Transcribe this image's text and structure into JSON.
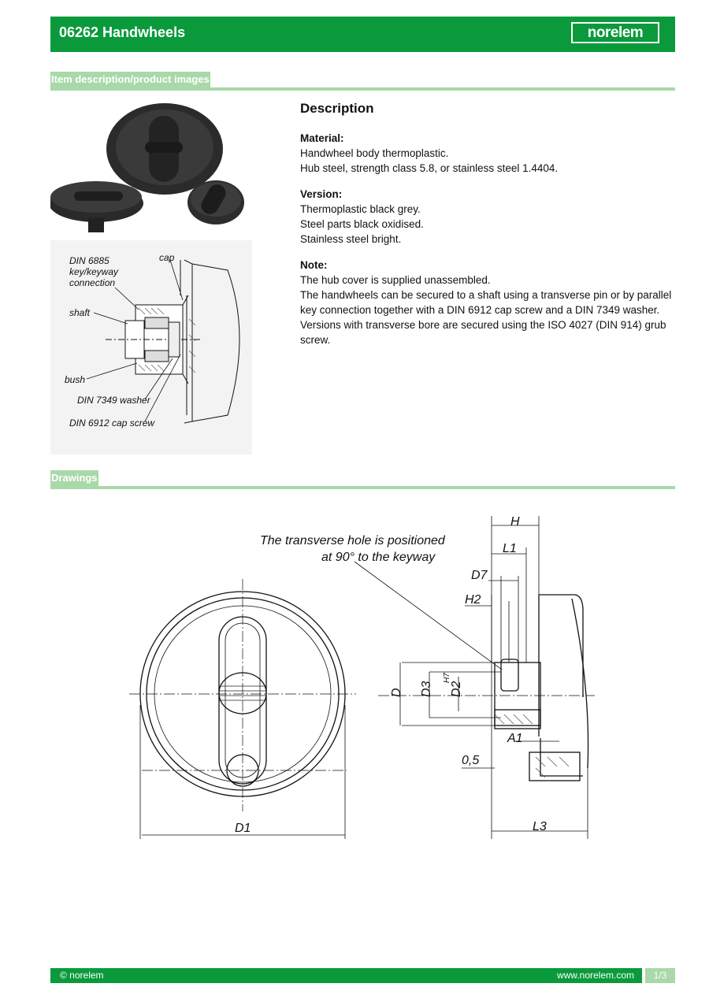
{
  "header": {
    "title": "06262 Handwheels",
    "logo_text": "norelem"
  },
  "sections": {
    "item_description": "Item description/product images",
    "drawings": "Drawings"
  },
  "description": {
    "heading": "Description",
    "material_label": "Material:",
    "material_lines": [
      "Handwheel body thermoplastic.",
      "Hub steel, strength class 5.8, or stainless steel 1.4404."
    ],
    "version_label": "Version:",
    "version_lines": [
      "Thermoplastic black grey.",
      "Steel parts black oxidised.",
      "Stainless steel bright."
    ],
    "note_label": "Note:",
    "note_lines": [
      "The hub cover is supplied unassembled.",
      "The handwheels can be secured to a shaft using a transverse pin or by parallel key connection together with a DIN 6912 cap screw and a DIN 7349 washer.",
      "Versions with transverse bore are secured using the ISO 4027 (DIN 914) grub screw."
    ]
  },
  "product_image_labels": {
    "din6885_1": "DIN 6885",
    "din6885_2": "key/keyway",
    "din6885_3": "connection",
    "cap": "cap",
    "shaft": "shaft",
    "bush": "bush",
    "washer": "DIN 7349 washer",
    "capscrew": "DIN 6912 cap screw"
  },
  "drawing_labels": {
    "note_line1": "The transverse hole is positioned",
    "note_line2": "at 90° to the keyway",
    "H": "H",
    "L1": "L1",
    "D7": "D7",
    "H2": "H2",
    "D": "D",
    "D3": "D3",
    "D2": "D2",
    "D2_sup": "H7",
    "A1": "A1",
    "dim_05": "0,5",
    "D1": "D1",
    "L3": "L3"
  },
  "footer": {
    "copyright": "© norelem",
    "website": "www.norelem.com",
    "page": "1/3"
  }
}
